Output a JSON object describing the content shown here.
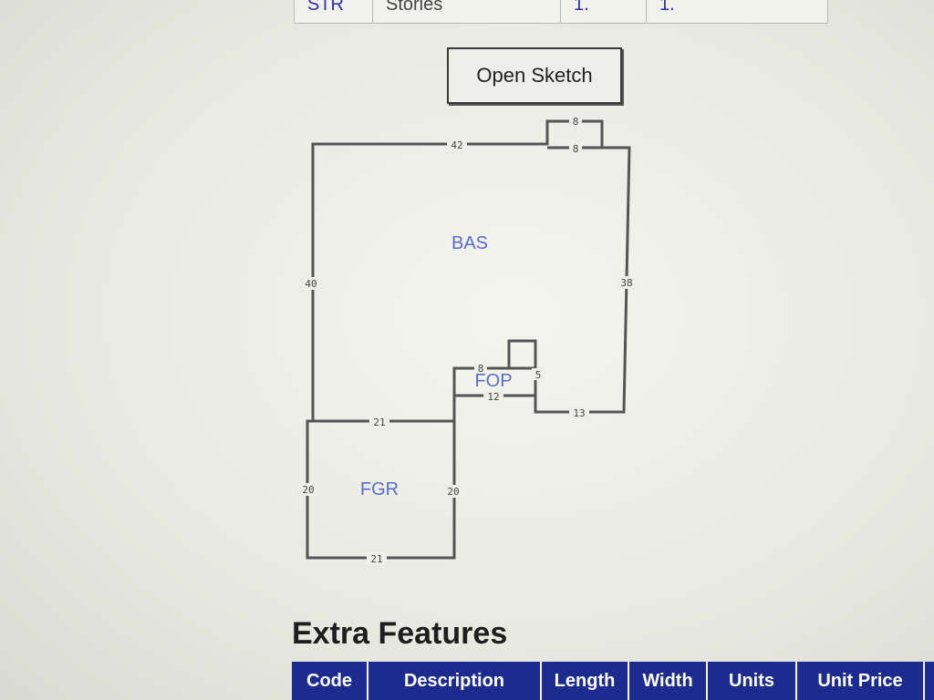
{
  "summary_row": {
    "code": "STR",
    "description": "Stories",
    "value_1": "1.",
    "value_2": "1."
  },
  "open_sketch_label": "Open Sketch",
  "sketch": {
    "areas": {
      "bas": "BAS",
      "fop": "FOP",
      "fgr": "FGR"
    },
    "dimensions": {
      "top": "42",
      "bump_top": "8",
      "bump_bottom": "8",
      "left": "40",
      "right": "38",
      "fop_top": "8",
      "fop_right": "5",
      "fop_bottom": "12",
      "bottom_right": "13",
      "garage_top": "21",
      "garage_left": "20",
      "garage_right": "20",
      "garage_bottom": "21"
    }
  },
  "extra_features": {
    "title": "Extra Features",
    "columns": [
      "Code",
      "Description",
      "Length",
      "Width",
      "Units",
      "Unit Price"
    ]
  }
}
